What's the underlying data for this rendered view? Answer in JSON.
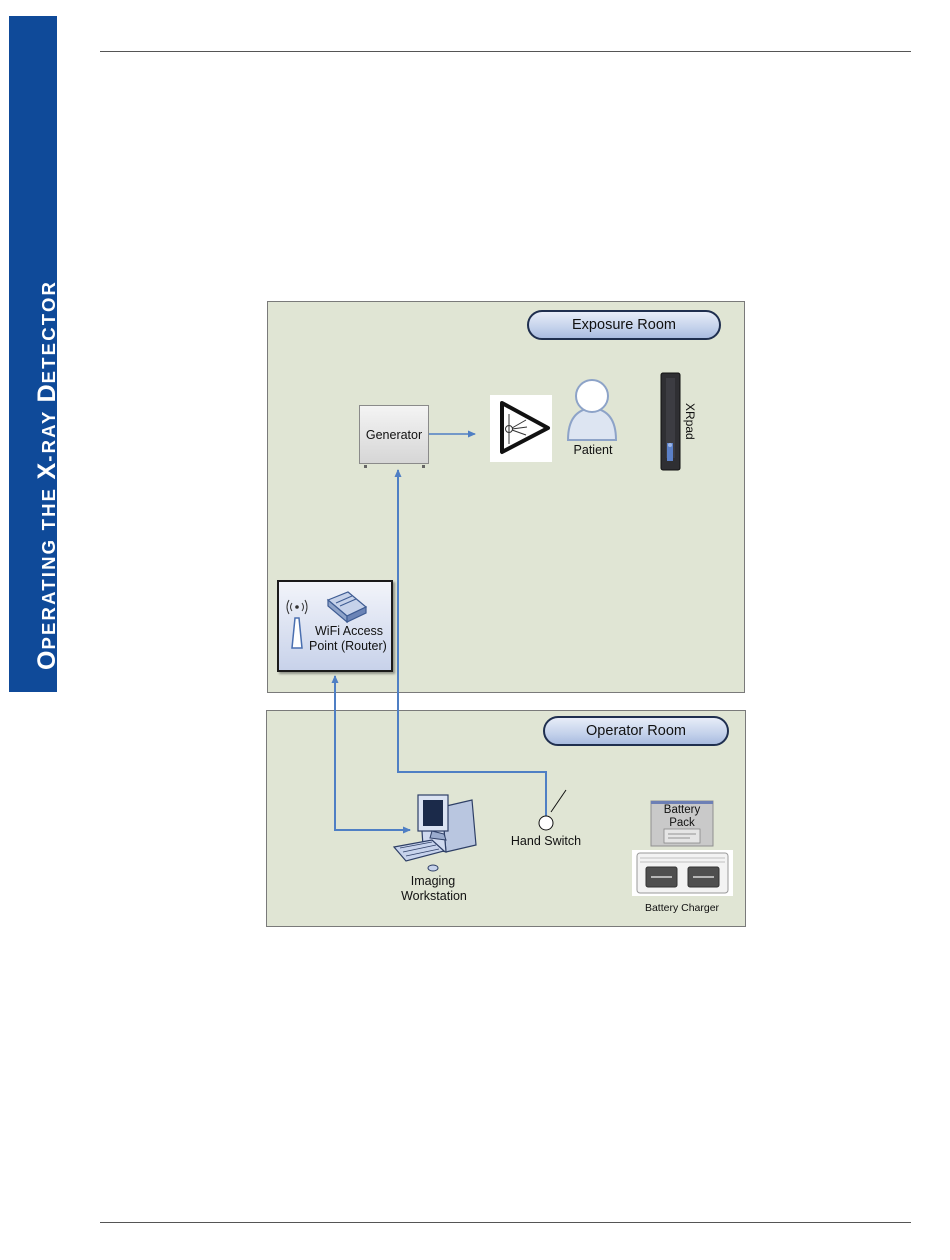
{
  "side_tab": {
    "title_lead_1": "O",
    "title_rest_1": "PERATING THE ",
    "title_lead_2": "X",
    "title_rest_2": "-RAY ",
    "title_lead_3": "D",
    "title_rest_3": "ETECTOR",
    "color": "#0f4a99"
  },
  "diagram": {
    "exposure_room": {
      "label": "Exposure Room",
      "generator": "Generator",
      "patient": "Patient",
      "detector": "XRpad",
      "router_line1": "WiFi Access",
      "router_line2": "Point (Router)"
    },
    "operator_room": {
      "label": "Operator Room",
      "hand_switch": "Hand Switch",
      "workstation_line1": "Imaging",
      "workstation_line2": "Workstation",
      "battery_pack_line1": "Battery",
      "battery_pack_line2": "Pack",
      "battery_charger": "Battery Charger"
    },
    "colors": {
      "room_fill": "#e0e5d4",
      "connector": "#4f7fc4",
      "label_border": "#1f2f4f"
    },
    "icons": [
      "x-ray-tube-icon",
      "patient-icon",
      "detector-icon",
      "antenna-icon",
      "router-icon",
      "computer-icon",
      "hand-switch-icon",
      "battery-pack-icon",
      "battery-charger-icon"
    ]
  }
}
